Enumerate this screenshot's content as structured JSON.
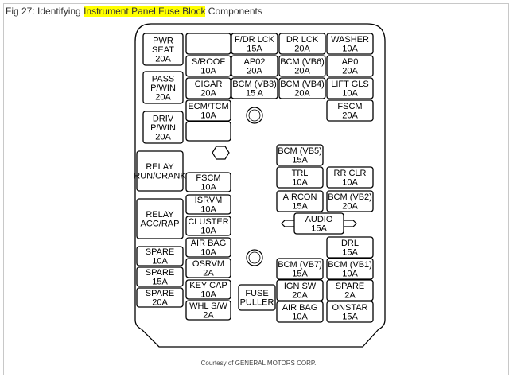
{
  "caption": {
    "prefix": "Fig 27: Identifying ",
    "highlight": "Instrument Panel Fuse Block",
    "suffix": " Components"
  },
  "credit": "Courtesy of GENERAL MOTORS CORP.",
  "colors": {
    "highlight": "#ffff00",
    "stroke": "#000000"
  },
  "fuses": [
    {
      "id": "pwr-seat",
      "lines": [
        "PWR",
        "SEAT",
        "20A"
      ]
    },
    {
      "id": "pass-pwin",
      "lines": [
        "PASS",
        "P/WIN",
        "20A"
      ]
    },
    {
      "id": "driv-pwin",
      "lines": [
        "DRIV",
        "P/WIN",
        "20A"
      ]
    },
    {
      "id": "relay-run-crank",
      "lines": [
        "RELAY",
        "RUN/CRANK"
      ]
    },
    {
      "id": "relay-acc-rap",
      "lines": [
        "RELAY",
        "ACC/RAP"
      ]
    },
    {
      "id": "spare-10a-left",
      "lines": [
        "SPARE",
        "10A"
      ]
    },
    {
      "id": "spare-15a-left",
      "lines": [
        "SPARE",
        "15A"
      ]
    },
    {
      "id": "spare-20a-left",
      "lines": [
        "SPARE",
        "20A"
      ]
    },
    {
      "id": "blank-top",
      "lines": []
    },
    {
      "id": "s-roof",
      "lines": [
        "S/ROOF",
        "10A"
      ]
    },
    {
      "id": "cigar",
      "lines": [
        "CIGAR",
        "20A"
      ]
    },
    {
      "id": "ecm-tcm",
      "lines": [
        "ECM/TCM",
        "10A"
      ]
    },
    {
      "id": "blank-mid",
      "lines": []
    },
    {
      "id": "fscm-10a",
      "lines": [
        "FSCM",
        "10A"
      ]
    },
    {
      "id": "isrvm",
      "lines": [
        "ISRVM",
        "10A"
      ]
    },
    {
      "id": "cluster",
      "lines": [
        "CLUSTER",
        "10A"
      ]
    },
    {
      "id": "air-bag-10a",
      "lines": [
        "AIR BAG",
        "10A"
      ]
    },
    {
      "id": "osrvm",
      "lines": [
        "OSRVM",
        "2A"
      ]
    },
    {
      "id": "key-cap",
      "lines": [
        "KEY CAP",
        "10A"
      ]
    },
    {
      "id": "whl-sw",
      "lines": [
        "WHL S/W",
        "2A"
      ]
    },
    {
      "id": "fdr-lck",
      "lines": [
        "F/DR LCK",
        "15A"
      ]
    },
    {
      "id": "ap02",
      "lines": [
        "AP02",
        "20A"
      ]
    },
    {
      "id": "bcm-vb3",
      "lines": [
        "BCM (VB3)",
        "15 A"
      ]
    },
    {
      "id": "fuse-puller",
      "lines": [
        "FUSE",
        "PULLER"
      ]
    },
    {
      "id": "dr-lck",
      "lines": [
        "DR LCK",
        "20A"
      ]
    },
    {
      "id": "bcm-vb6",
      "lines": [
        "BCM (VB6)",
        "20A"
      ]
    },
    {
      "id": "bcm-vb4",
      "lines": [
        "BCM (VB4)",
        "20A"
      ]
    },
    {
      "id": "bcm-vb5",
      "lines": [
        "BCM (VB5)",
        "15A"
      ]
    },
    {
      "id": "trl",
      "lines": [
        "TRL",
        "10A"
      ]
    },
    {
      "id": "aircon",
      "lines": [
        "AIRCON",
        "15A"
      ]
    },
    {
      "id": "audio",
      "lines": [
        "AUDIO",
        "15A"
      ]
    },
    {
      "id": "bcm-vb7",
      "lines": [
        "BCM (VB7)",
        "15A"
      ]
    },
    {
      "id": "ign-sw",
      "lines": [
        "IGN SW",
        "20A"
      ]
    },
    {
      "id": "air-bag-10a-right",
      "lines": [
        "AIR BAG",
        "10A"
      ]
    },
    {
      "id": "washer",
      "lines": [
        "WASHER",
        "10A"
      ]
    },
    {
      "id": "ap0",
      "lines": [
        "AP0",
        "20A"
      ]
    },
    {
      "id": "lift-gls",
      "lines": [
        "LIFT GLS",
        "10A"
      ]
    },
    {
      "id": "fscm-20a",
      "lines": [
        "FSCM",
        "20A"
      ]
    },
    {
      "id": "rr-clr",
      "lines": [
        "RR CLR",
        "10A"
      ]
    },
    {
      "id": "bcm-vb2",
      "lines": [
        "BCM (VB2)",
        "20A"
      ]
    },
    {
      "id": "drl",
      "lines": [
        "DRL",
        "15A"
      ]
    },
    {
      "id": "bcm-vb1",
      "lines": [
        "BCM (VB1)",
        "10A"
      ]
    },
    {
      "id": "spare-2a",
      "lines": [
        "SPARE",
        "2A"
      ]
    },
    {
      "id": "onstar",
      "lines": [
        "ONSTAR",
        "15A"
      ]
    }
  ]
}
